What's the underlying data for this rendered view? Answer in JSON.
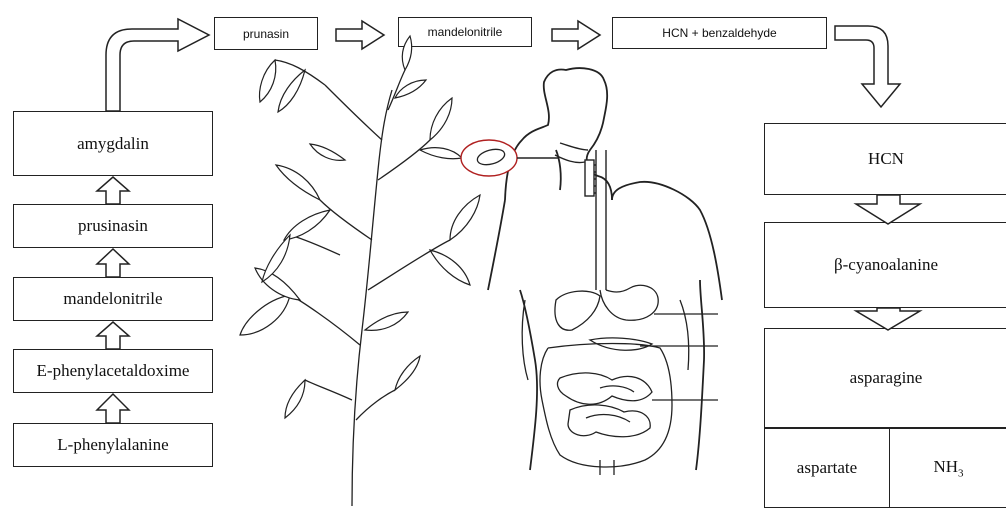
{
  "top_flow": {
    "step1": "prunasin",
    "step2": "mandelonitrile",
    "step3": "HCN + benzaldehyde"
  },
  "left_pathway": {
    "box1": "amygdalin",
    "box2": "prusinasin",
    "box3": "mandelonitrile",
    "box4": "E-phenylacetaldoxime",
    "box5": "L-phenylalanine"
  },
  "right_pathway": {
    "box1": "HCN",
    "box2": "β-cyanoalanine",
    "box3": "asparagine",
    "box4a": "aspartate",
    "box4b_main": "NH",
    "box4b_sub": "3"
  },
  "colors": {
    "line": "#222222",
    "seed_circle": "#b02020",
    "background": "#ffffff"
  }
}
